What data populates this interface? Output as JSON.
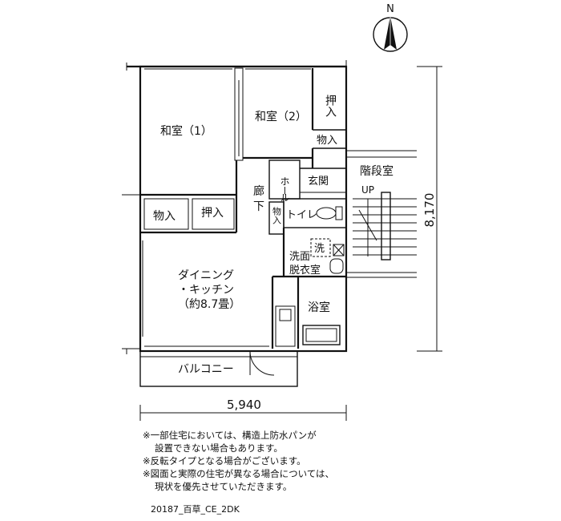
{
  "compass": {
    "north_label": "N"
  },
  "rooms": {
    "washitsu1": "和室（1）",
    "washitsu2": "和室（2）",
    "oshiire_top": "押入",
    "monoire_top": "物入",
    "monoire_left": "物入",
    "oshiire_left": "押入",
    "stair": "階段室",
    "genkan": "玄関",
    "hall_1": "ホー",
    "hall_2": "ル",
    "roka_1": "廊",
    "roka_2": "下",
    "monoire_small": "物入",
    "toilet": "トイレ",
    "up": "UP",
    "wash_machine": "洗",
    "wash_room_1": "洗面",
    "wash_room_2": "脱衣室",
    "dk_1": "ダイニング",
    "dk_2": "・キッチン",
    "dk_3": "（約8.7畳）",
    "bath": "浴室",
    "balcony": "バルコニー"
  },
  "dimensions": {
    "width": "5,940",
    "depth": "8,170"
  },
  "notes": [
    "※一部住宅においては、構造上防水パンが",
    "設置できない場合もあります。",
    "※反転タイプとなる場合がございます。",
    "※図面と実際の住宅が異なる場合については、",
    "現状を優先させていただきます。"
  ],
  "plan_code": "20187_百草_CE_2DK"
}
